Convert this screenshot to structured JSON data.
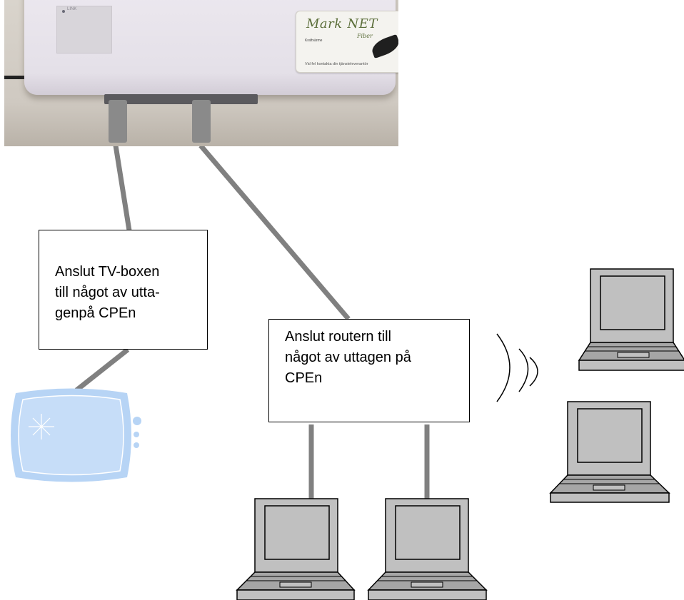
{
  "photo": {
    "led_label": "LINK",
    "sticker": {
      "logo_mark": "Mark",
      "logo_net": "NET",
      "logo_sub": "Fiber",
      "operator": "Kraftvärme",
      "footer": "Vid fel kontakta din tjänsteleverantör"
    }
  },
  "labels": {
    "tv": "Anslut TV-boxen\ntill något av utta-\ngenpå CPEn",
    "router": "Anslut routern till\nnågot av uttagen på\nCPEn"
  },
  "colors": {
    "cable": "#808080",
    "tv_screen": "#bcd7f7",
    "laptop_screen": "#c0c0c0",
    "laptop_keys": "#a6a6a6"
  }
}
